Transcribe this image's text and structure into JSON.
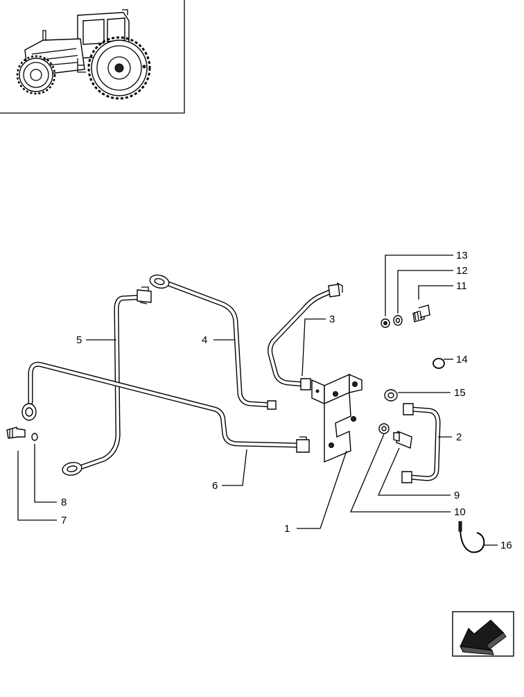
{
  "diagram": {
    "callouts": [
      {
        "id": "c1",
        "number": "1"
      },
      {
        "id": "c2",
        "number": "2"
      },
      {
        "id": "c3",
        "number": "3"
      },
      {
        "id": "c4",
        "number": "4"
      },
      {
        "id": "c5",
        "number": "5"
      },
      {
        "id": "c6",
        "number": "6"
      },
      {
        "id": "c7",
        "number": "7"
      },
      {
        "id": "c8",
        "number": "8"
      },
      {
        "id": "c9",
        "number": "9"
      },
      {
        "id": "c10",
        "number": "10"
      },
      {
        "id": "c11",
        "number": "11"
      },
      {
        "id": "c12",
        "number": "12"
      },
      {
        "id": "c13",
        "number": "13"
      },
      {
        "id": "c14",
        "number": "14"
      },
      {
        "id": "c15",
        "number": "15"
      },
      {
        "id": "c16",
        "number": "16"
      }
    ]
  },
  "icons": {
    "thumbnail": "tractor-icon",
    "navigation": "return-arrow-icon"
  },
  "colors": {
    "ink": "#000000",
    "background": "#ffffff",
    "arrow_fill": "#1a1a1a"
  }
}
